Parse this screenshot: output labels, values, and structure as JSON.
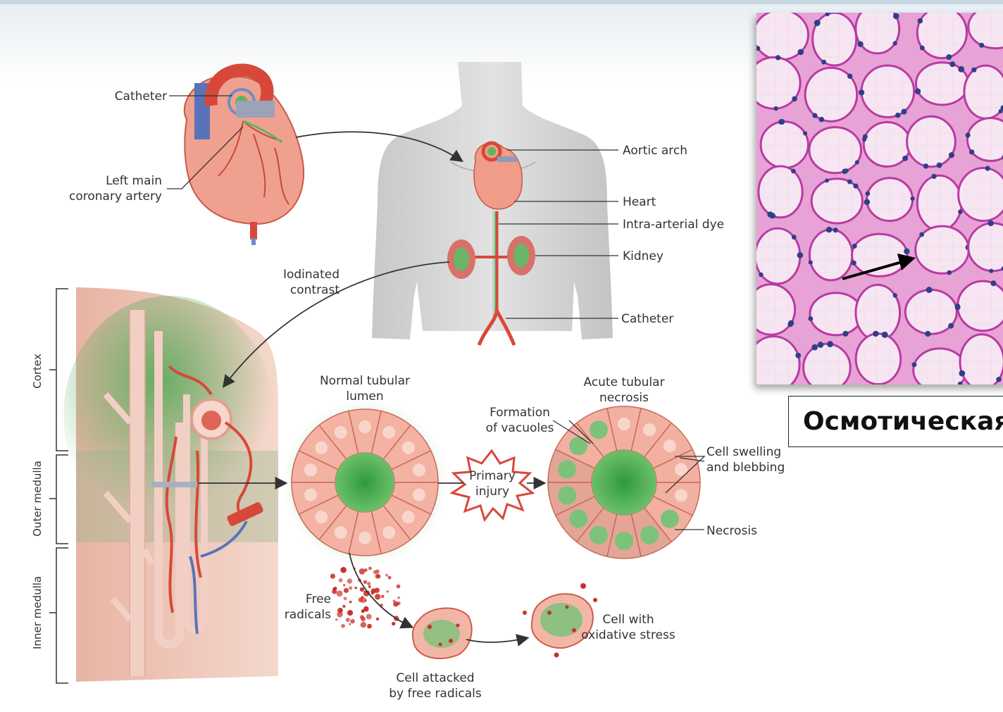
{
  "labels": {
    "catheter_heart": "Catheter",
    "left_main_artery": "Left main\ncoronary artery",
    "aortic_arch": "Aortic arch",
    "heart": "Heart",
    "dye": "Intra-arterial dye",
    "kidney": "Kidney",
    "catheter_body": "Catheter",
    "iodinated": "Iodinated\ncontrast",
    "normal_lumen": "Normal tubular\nlumen",
    "acute_necrosis": "Acute tubular\nnecrosis",
    "vacuoles": "Formation\nof vacuoles",
    "primary_injury": "Primary\ninjury",
    "swelling": "Cell swelling\nand blebbing",
    "necrosis": "Necrosis",
    "free_radicals": "Free\nradicals",
    "attacked": "Cell attacked\nby free radicals",
    "oxidative": "Cell with\noxidative stress"
  },
  "zones": {
    "cortex": "Cortex",
    "outer_medulla": "Outer medulla",
    "inner_medulla": "Inner medulla"
  },
  "caption": "Осмотическая",
  "colors": {
    "pink_cell": "#f2a89a",
    "green": "#5fb55f",
    "artery": "#d8483a",
    "vein": "#5a73b8",
    "histo_bg": "#e7a2d6"
  }
}
